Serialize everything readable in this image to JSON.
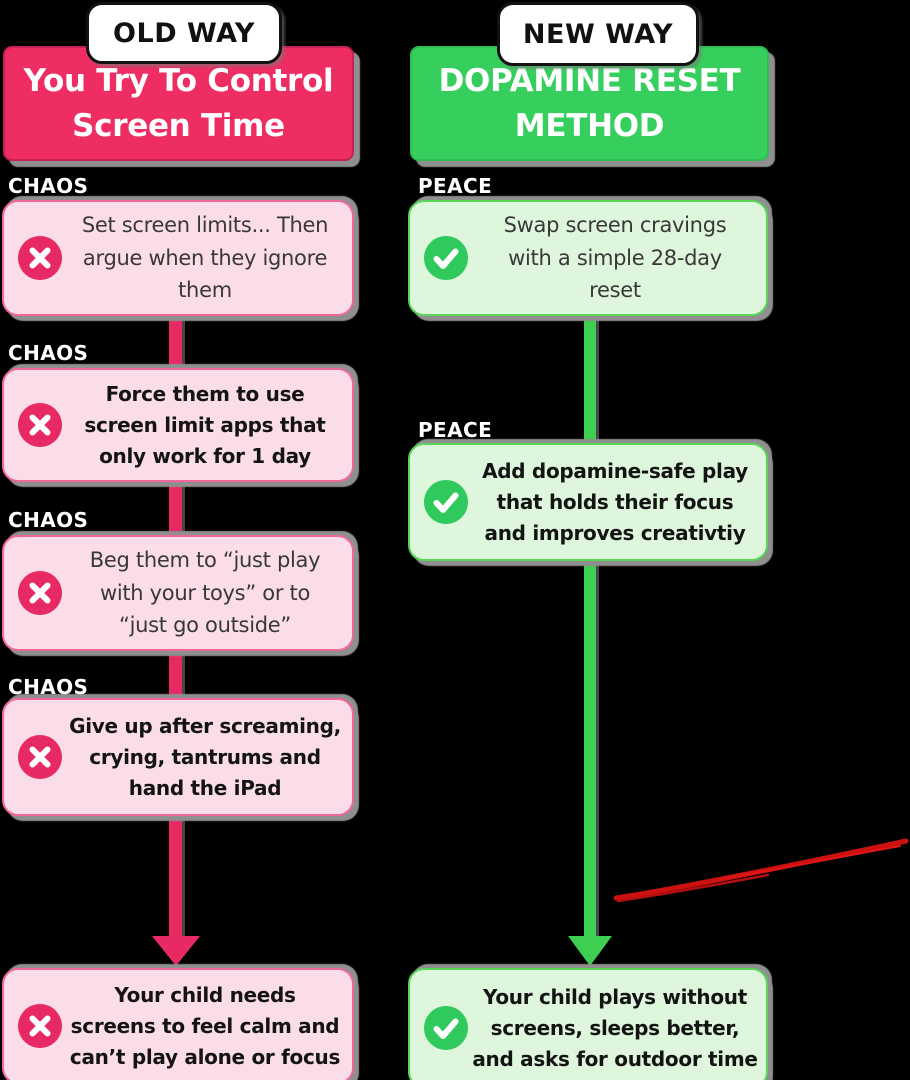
{
  "colors": {
    "background": "#000000",
    "old_accent": "#ee2d62",
    "old_box_bg": "#fbdde9",
    "old_box_border": "#f0679c",
    "old_icon_circle": "#e72a63",
    "new_accent": "#36cf5d",
    "new_box_bg": "#def7dc",
    "new_box_border": "#57d657",
    "new_icon_circle": "#2fc95e",
    "connector_pink": "#e82a64",
    "connector_green": "#3ecf52",
    "annotation_red": "#cc1111",
    "shadow_gray": "#8f8f8f"
  },
  "old_way": {
    "badge": "OLD WAY",
    "title": [
      "You Try To Control",
      "Screen Time"
    ],
    "step_label": "CHAOS",
    "icon": "x-circle-icon",
    "steps": [
      {
        "text": [
          "Set screen limits... Then",
          "argue when they ignore",
          "them"
        ],
        "emphasis": "regular"
      },
      {
        "text": [
          "Force them to use",
          "screen limit apps that",
          "only work for 1 day"
        ],
        "emphasis": "bold"
      },
      {
        "text": [
          "Beg them to “just play",
          "with your toys” or to",
          "“just go outside”"
        ],
        "emphasis": "regular"
      },
      {
        "text": [
          "Give up after screaming,",
          "crying, tantrums and",
          "hand the iPad"
        ],
        "emphasis": "bold"
      }
    ],
    "outcome": {
      "text": [
        "Your child needs",
        "screens to feel calm and",
        "can’t play alone or focus"
      ],
      "emphasis": "bold"
    }
  },
  "new_way": {
    "badge": "NEW WAY",
    "title": [
      "DOPAMINE RESET",
      "METHOD"
    ],
    "step_label": "PEACE",
    "icon": "check-circle-icon",
    "steps": [
      {
        "text": [
          "Swap screen cravings",
          "with a simple 28-day",
          "reset"
        ],
        "emphasis": "regular"
      },
      {
        "text": [
          "Add dopamine-safe play",
          "that holds their focus",
          "and improves creativtiy"
        ],
        "emphasis": "bold"
      }
    ],
    "outcome": {
      "text": [
        "Your child plays without",
        "screens, sleeps better,",
        "and asks for outdoor time"
      ],
      "emphasis": "bold"
    }
  }
}
